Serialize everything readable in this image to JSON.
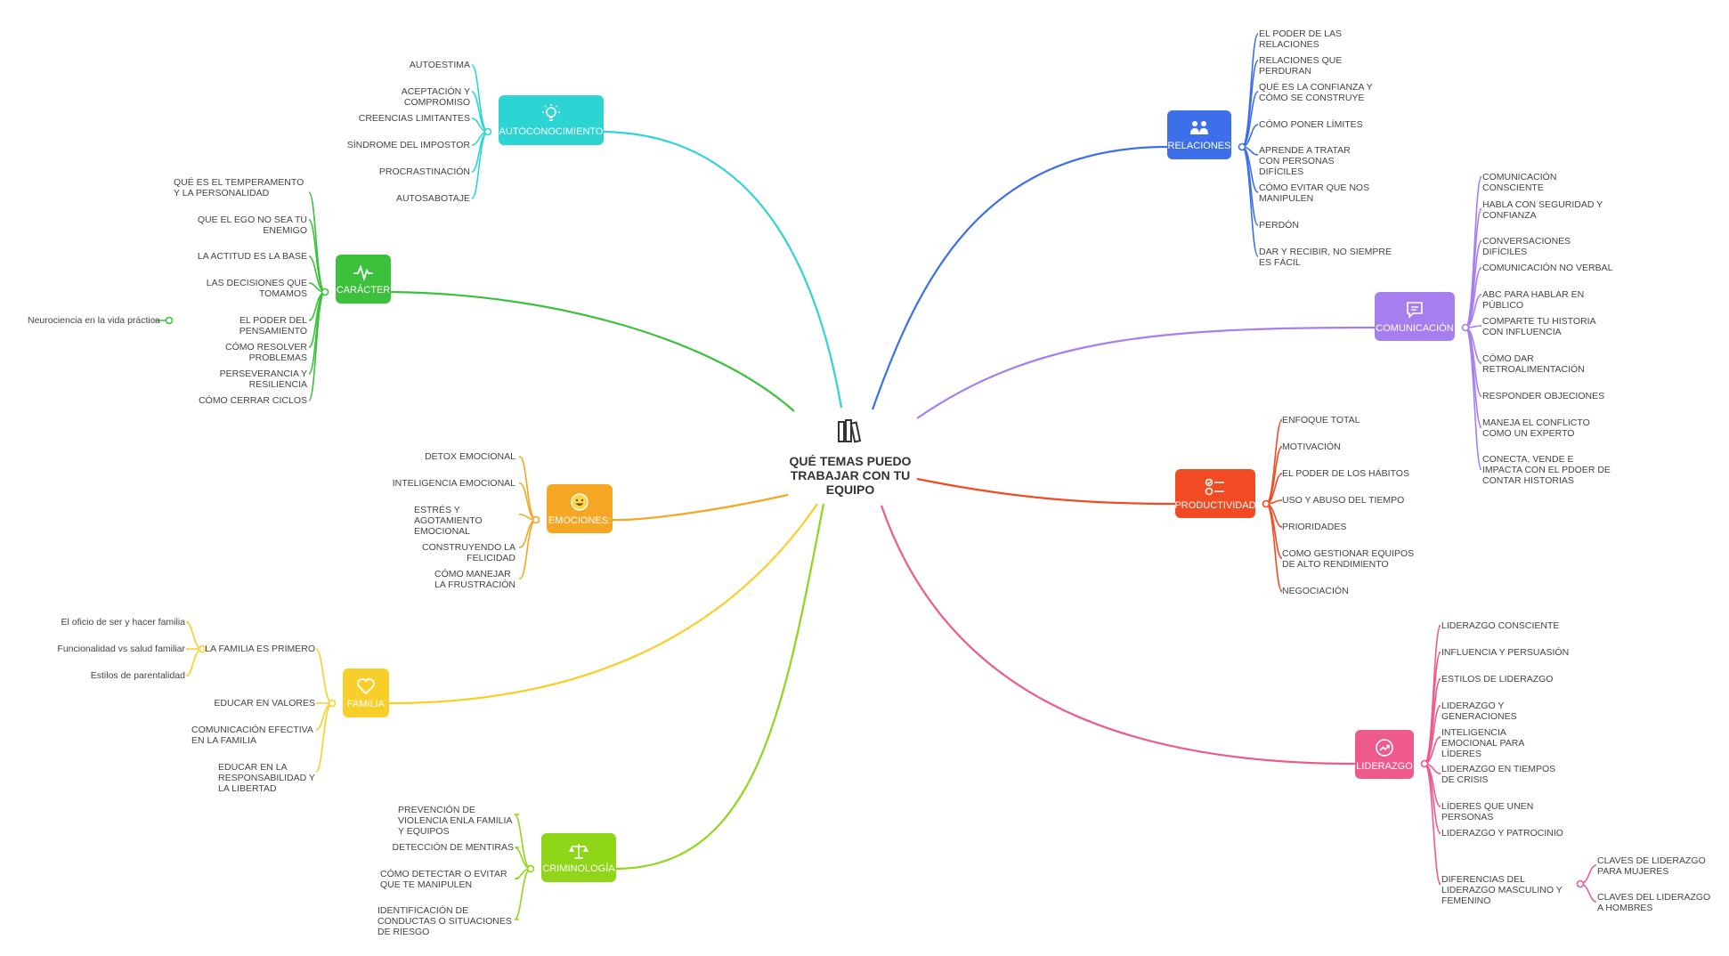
{
  "center": {
    "title": "QUÉ TEMAS PUEDO TRABAJAR CON TU EQUIPO",
    "icon": "books-icon"
  },
  "branches": {
    "autoconocimiento": {
      "label": "AUTOCONOCIMIENTO",
      "color": "#2dd4d4",
      "icon": "lightbulb-icon",
      "items": [
        "AUTOESTIMA",
        "ACEPTACIÓN Y COMPROMISO",
        "CREENCIAS LIMITANTES",
        "SÍNDROME DEL IMPOSTOR",
        "PROCRASTINACIÓN",
        "AUTOSABOTAJE"
      ]
    },
    "caracter": {
      "label": "CARÁCTER",
      "color": "#3cc13c",
      "icon": "pulse-icon",
      "items": [
        "QUÉ ES EL TEMPERAMENTO Y LA PERSONALIDAD",
        "QUE EL EGO NO SEA TU ENEMIGO",
        "LA ACTITUD ES LA BASE",
        "LAS DECISIONES QUE TOMAMOS",
        "EL PODER DEL PENSAMIENTO",
        "CÓMO RESOLVER PROBLEMAS",
        "PERSEVERANCIA Y RESILIENCIA",
        "CÓMO CERRAR CICLOS"
      ],
      "sub": "Neurociencia en la vida práctica"
    },
    "emociones": {
      "label": "EMOCIONES:",
      "color": "#f5a623",
      "icon": "smiley-icon",
      "items": [
        "DETOX EMOCIONAL",
        "INTELIGENCIA EMOCIONAL",
        "ESTRÉS Y AGOTAMIENTO EMOCIONAL",
        "CONSTRUYENDO LA FELICIDAD",
        "CÓMO MANEJAR LA FRUSTRACIÓN"
      ]
    },
    "familia": {
      "label": "FAMILIA",
      "color": "#f8cf2a",
      "icon": "heart-icon",
      "items": [
        "LA FAMILIA ES PRIMERO",
        "EDUCAR EN VALORES",
        "COMUNICACIÓN EFECTIVA EN LA FAMILIA",
        "EDUCAR EN LA RESPONSABILIDAD Y LA LIBERTAD"
      ],
      "sub": [
        "El oficio de ser y hacer familia",
        "Funcionalidad vs salud familiar",
        "Estilos de parentalidad"
      ]
    },
    "criminologia": {
      "label": "CRIMINOLOGÍA",
      "color": "#8fd619",
      "icon": "scales-icon",
      "items": [
        "PREVENCIÓN DE VIOLENCIA ENLA FAMILIA Y EQUIPOS",
        "DETECCIÓN DE MENTIRAS",
        "CÓMO DETECTAR O EVITAR QUE TE MANIPULEN",
        "IDENTIFICACIÓN DE CONDUCTAS O SITUACIONES DE RIESGO"
      ]
    },
    "relaciones": {
      "label": "RELACIONES",
      "color": "#3d6fea",
      "icon": "people-icon",
      "items": [
        "EL PODER DE LAS RELACIONES",
        "RELACIONES QUE PERDURAN",
        "QUÉ ES LA CONFIANZA Y CÓMO SE CONSTRUYE",
        "CÓMO PONER LÍMITES",
        "APRENDE A TRATAR CON PERSONAS DIFÍCILES",
        "CÓMO EVITAR QUE NOS MANIPULEN",
        "PERDÓN",
        "DAR Y RECIBIR, NO SIEMPRE ES FÁCIL"
      ]
    },
    "comunicacion": {
      "label": "COMUNICACIÓN",
      "color": "#a57ef0",
      "icon": "chat-icon",
      "items": [
        "COMUNICACIÓN CONSCIENTE",
        "HABLA CON SEGURIDAD Y CONFIANZA",
        "CONVERSACIONES DIFÍCILES",
        "COMUNICACIÓN NO VERBAL",
        "ABC PARA HABLAR EN PÚBLICO",
        "COMPARTE TU HISTORIA CON INFLUENCIA",
        "CÓMO DAR RETROALIMENTACIÓN",
        "RESPONDER OBJECIONES",
        "MANEJA EL CONFLICTO COMO UN EXPERTO",
        "CONECTA, VENDE E IMPACTA CON EL PDOER DE  CONTAR HISTORIAS"
      ]
    },
    "productividad": {
      "label": "PRODUCTIVIDAD",
      "color": "#f24a22",
      "icon": "checklist-icon",
      "items": [
        "ENFOQUE TOTAL",
        "MOTIVACIÓN",
        "EL PODER DE LOS HÁBITOS",
        "USO Y ABUSO DEL TIEMPO",
        "PRIORIDADES",
        "COMO GESTIONAR EQUIPOS DE ALTO RENDIMIENTO",
        "NEGOCIACIÓN"
      ]
    },
    "liderazgo": {
      "label": "LIDERAZGO",
      "color": "#ee5a8c",
      "icon": "trend-up-icon",
      "items": [
        "LIDERAZGO CONSCIENTE",
        "INFLUENCIA Y PERSUASIÓN",
        "ESTILOS DE LIDERAZGO",
        "LIDERAZGO Y GENERACIONES",
        "INTELIGENCIA EMOCIONAL PARA LÍDERES",
        "LIDERAZGO EN TIEMPOS DE CRISIS",
        "LÍDERES QUE UNEN PERSONAS",
        "LIDERAZGO Y PATROCINIO",
        "DIFERENCIAS DEL LIDERAZGO MASCULINO Y FEMENINO"
      ],
      "sub": [
        "CLAVES DE LIDERAZGO PARA MUJERES",
        "CLAVES DEL LIDERAZGO A HOMBRES"
      ]
    }
  }
}
